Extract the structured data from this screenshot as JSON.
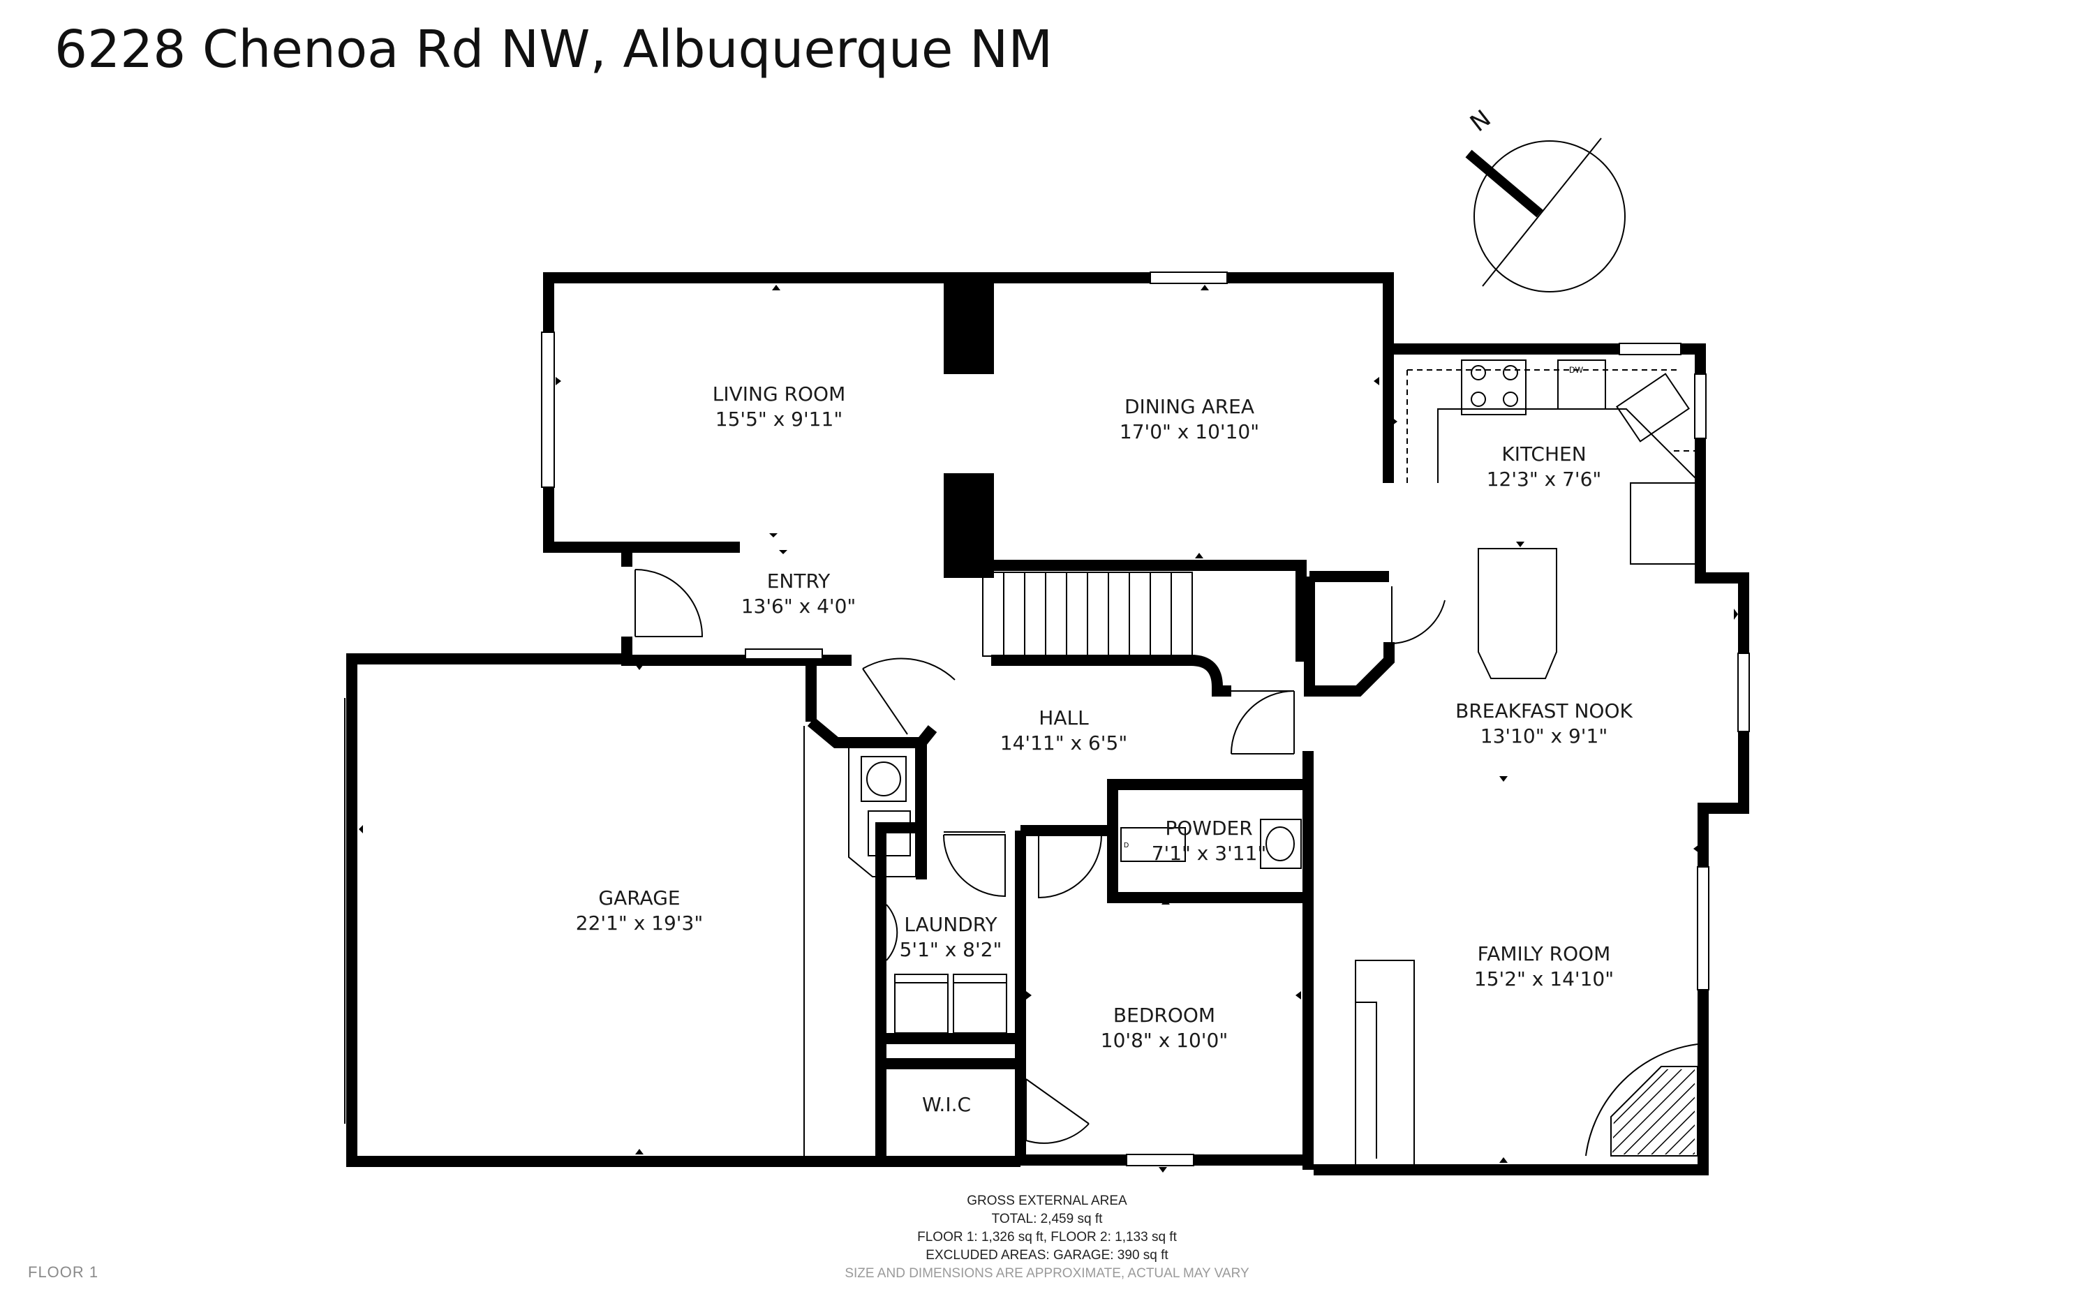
{
  "title": "6228 Chenoa Rd NW, Albuquerque NM",
  "compass_label": "N",
  "floor_label": "FLOOR 1",
  "rooms": {
    "living_room": {
      "name": "LIVING ROOM",
      "dim": "15'5\" x 9'11\""
    },
    "dining_area": {
      "name": "DINING AREA",
      "dim": "17'0\" x 10'10\""
    },
    "kitchen": {
      "name": "KITCHEN",
      "dim": "12'3\" x 7'6\""
    },
    "entry": {
      "name": "ENTRY",
      "dim": "13'6\" x 4'0\""
    },
    "hall": {
      "name": "HALL",
      "dim": "14'11\" x 6'5\""
    },
    "breakfast_nook": {
      "name": "BREAKFAST NOOK",
      "dim": "13'10\" x 9'1\""
    },
    "powder": {
      "name": "POWDER",
      "dim": "7'1\" x 3'11\""
    },
    "garage": {
      "name": "GARAGE",
      "dim": "22'1\" x 19'3\""
    },
    "laundry": {
      "name": "LAUNDRY",
      "dim": "5'1\" x 8'2\""
    },
    "bedroom": {
      "name": "BEDROOM",
      "dim": "10'8\" x 10'0\""
    },
    "family_room": {
      "name": "FAMILY ROOM",
      "dim": "15'2\" x 14'10\""
    },
    "wic": {
      "name": "W.I.C"
    }
  },
  "fixture_labels": {
    "dishwasher": "DW",
    "dryer_mark": "D"
  },
  "footer": {
    "heading": "GROSS EXTERNAL AREA",
    "total": "TOTAL: 2,459 sq ft",
    "floors": "FLOOR 1: 1,326 sq ft, FLOOR 2: 1,133 sq ft",
    "excluded": "EXCLUDED AREAS: GARAGE: 390 sq ft",
    "note": "SIZE AND DIMENSIONS ARE APPROXIMATE, ACTUAL MAY VARY"
  }
}
